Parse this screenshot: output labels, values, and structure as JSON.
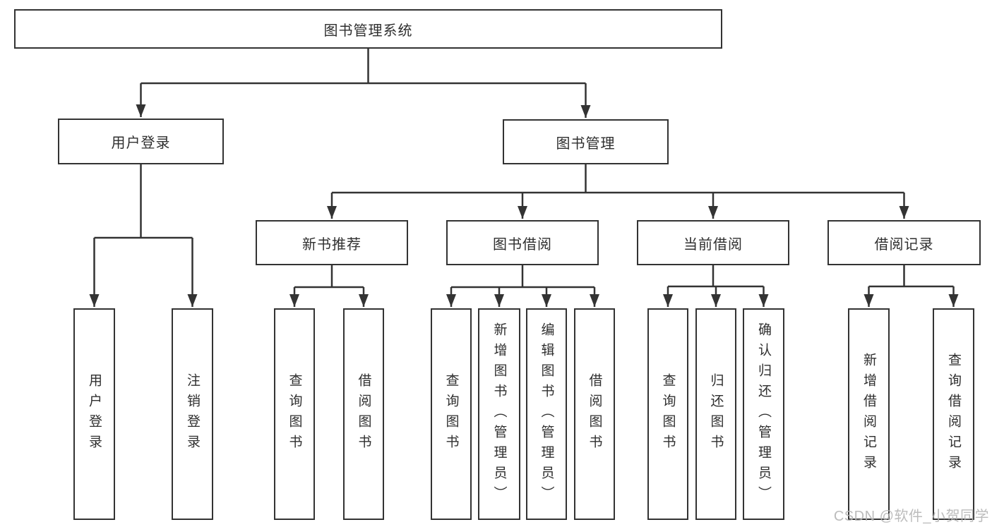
{
  "diagram": {
    "type": "hierarchy-tree",
    "orientation": "top-down",
    "colors": {
      "line": "#333333",
      "box_background": "#ffffff",
      "text": "#2f2f2f",
      "watermark_text": "#b5b5b5"
    },
    "nodes": {
      "root": "图书管理系统",
      "level2": [
        "用户登录",
        "图书管理"
      ],
      "level3": [
        "新书推荐",
        "图书借阅",
        "当前借阅",
        "借阅记录"
      ],
      "login_children": [
        "用户登录",
        "注销登录"
      ],
      "newbook_children": [
        "查询图书",
        "借阅图书"
      ],
      "borrow_children": [
        "查询图书",
        "新增图书（管理员）",
        "编辑图书（管理员）",
        "借阅图书"
      ],
      "current_children": [
        "查询图书",
        "归还图书",
        "确认归还（管理员）"
      ],
      "records_children": [
        "新增借阅记录",
        "查询借阅记录"
      ]
    },
    "hierarchy": {
      "图书管理系统": {
        "用户登录": [
          "用户登录",
          "注销登录"
        ],
        "图书管理": {
          "新书推荐": [
            "查询图书",
            "借阅图书"
          ],
          "图书借阅": [
            "查询图书",
            "新增图书（管理员）",
            "编辑图书（管理员）",
            "借阅图书"
          ],
          "当前借阅": [
            "查询图书",
            "归还图书",
            "确认归还（管理员）"
          ],
          "借阅记录": [
            "新增借阅记录",
            "查询借阅记录"
          ]
        }
      }
    },
    "watermark": "CSDN @软件_小贺同学"
  }
}
